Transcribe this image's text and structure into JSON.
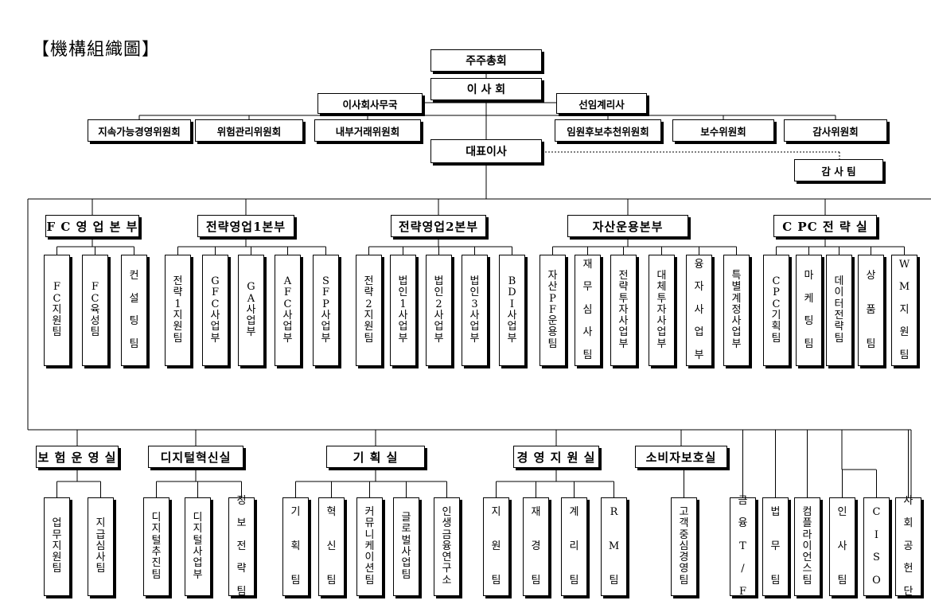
{
  "title": "【機構組織圖】",
  "top": {
    "shareholders": "주주총회",
    "board": "이 사 회",
    "board_office": "이사회사무국",
    "senior_director": "선임계리사",
    "ceo": "대표이사"
  },
  "committees": [
    "지속가능경영위원회",
    "위험관리위원회",
    "내부거래위원회",
    "임원후보추천위원회",
    "보수위원회",
    "감사위원회"
  ],
  "audit_team": "감    사    팀",
  "divisions": [
    {
      "name": "F C 영 업 본 부",
      "teams": [
        "F\nC\n지\n원\n팀",
        "F\nC\n육\n성\n팀",
        "컨\n\n설\n\n팅\n\n팀"
      ]
    },
    {
      "name": "전략영업1본부",
      "teams": [
        "전\n략\n1\n지\n원\n팀",
        "G\nF\nC\n사\n업\n부",
        "G\nA\n사\n업\n부",
        "A\nF\nC\n사\n업\n부",
        "S\nF\nP\n사\n업\n부"
      ]
    },
    {
      "name": "전략영업2본부",
      "teams": [
        "전\n략\n2\n지\n원\n팀",
        "법\n인\n1\n사\n업\n부",
        "법\n인\n2\n사\n업\n부",
        "법\n인\n3\n사\n업\n부",
        "B\nD\nI\n사\n업\n부"
      ]
    },
    {
      "name": "자산운용본부",
      "teams": [
        "자\n산\nP\nF\n운\n용\n팀",
        "재\n\n무\n\n심\n\n사\n\n팀",
        "전\n략\n투\n자\n사\n업\n부",
        "대\n체\n투\n자\n사\n업\n부",
        "융\n\n자\n\n사\n\n업\n\n부",
        "특\n별\n계\n정\n사\n업\n부"
      ]
    },
    {
      "name": "C PC 전 략 실",
      "teams": [
        "C\nP\nC\n기\n획\n팀",
        "마\n\n케\n\n팅\n\n팀",
        "데\n이\n터\n전\n략\n팀",
        "상\n\n\n품\n\n\n팀",
        "W\n\nM\n\n지\n\n원\n\n팀"
      ]
    }
  ],
  "offices": [
    {
      "name": "보 험 운 영 실",
      "teams": [
        "업\n무\n지\n원\n팀",
        "지\n급\n심\n사\n팀"
      ]
    },
    {
      "name": "디지털혁신실",
      "teams": [
        "디\n지\n털\n추\n진\n팀",
        "디\n지\n털\n사\n업\n부",
        "정\n\n보\n\n전\n\n략\n\n팀"
      ]
    },
    {
      "name": "기    획    실",
      "teams": [
        "기\n\n\n획\n\n\n팀",
        "혁\n\n\n신\n\n\n팀",
        "커\n뮤\n니\n케\n이\n션\n팀",
        "글\n로\n벌\n사\n업\n팀",
        "인\n생\n금\n융\n연\n구\n소"
      ]
    },
    {
      "name": "경 영 지 원 실",
      "teams": [
        "지\n\n\n원\n\n\n팀",
        "재\n\n\n경\n\n\n팀",
        "계\n\n\n리\n\n\n팀",
        "R\n\n\nM\n\n\n팀"
      ]
    },
    {
      "name": "소비자보호실",
      "teams": [
        "고\n객\n중\n심\n경\n영\n팀"
      ]
    }
  ],
  "independent_teams": [
    "금\n\n융\n\nT\n\n/\n\nF",
    "법\n\n\n무\n\n\n팀",
    "컴\n플\n라\n이\n언\n스\n팀",
    "인\n\n\n사\n\n\n팀",
    "C\n\nI\n\nS\n\nO",
    "사\n\n회\n\n공\n\n헌\n\n단"
  ]
}
